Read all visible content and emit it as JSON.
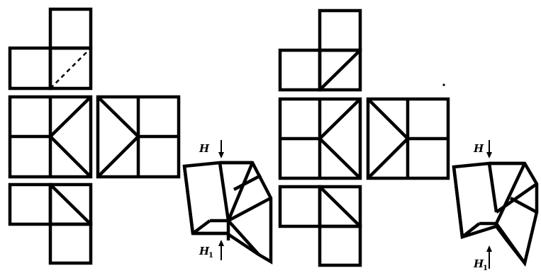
{
  "colors": {
    "ink": "#000000",
    "paper": "#ffffff"
  },
  "labels": {
    "left": {
      "top": "H",
      "bottom": "H",
      "bottom_sub": "1"
    },
    "right": {
      "top": "H",
      "bottom": "H",
      "bottom_sub": "1"
    }
  }
}
